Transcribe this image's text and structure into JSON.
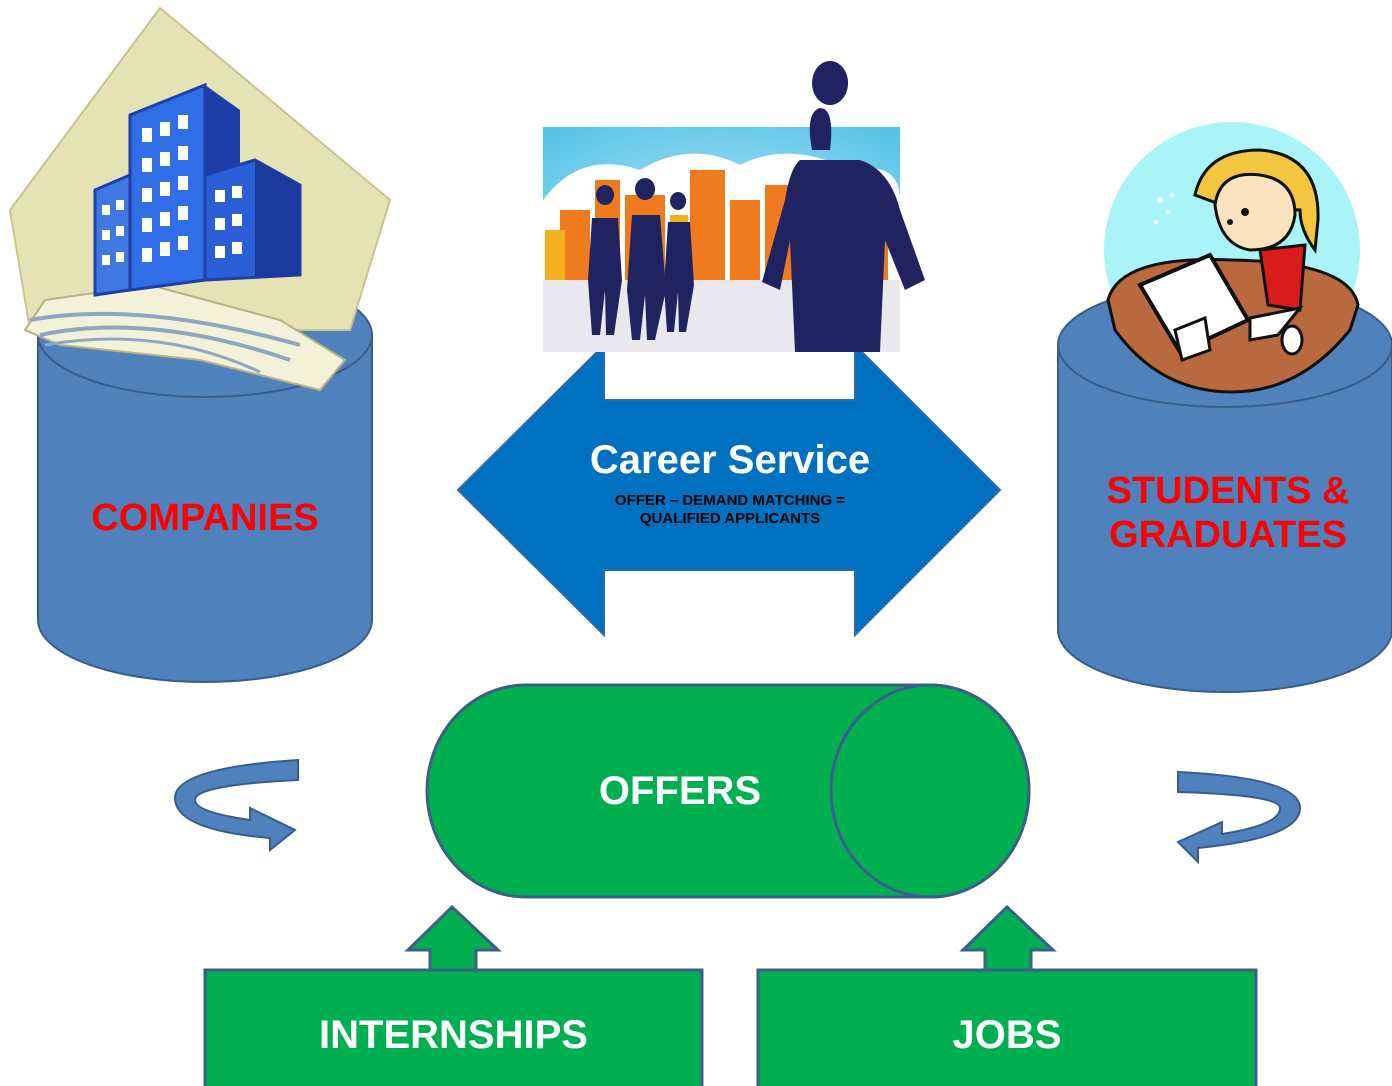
{
  "companies": {
    "label": "COMPANIES"
  },
  "students": {
    "label_line1": "STUDENTS &",
    "label_line2": "GRADUATES"
  },
  "career_service": {
    "title": "Career Service",
    "subtitle_line1": "OFFER – DEMAND MATCHING =",
    "subtitle_line2": "QUALIFIED APPLICANTS"
  },
  "offers": {
    "label": "OFFERS"
  },
  "internships": {
    "label": "INTERNSHIPS"
  },
  "jobs": {
    "label": "JOBS"
  },
  "colors": {
    "cylinder_blue": "#4f81bd",
    "cylinder_outline": "#385d8a",
    "arrow_blue": "#0070c0",
    "green": "#00b050",
    "label_red": "#ff0000"
  },
  "icons": [
    "office-buildings-icon",
    "business-people-icon",
    "student-computer-icon",
    "cycle-arrow-left-icon",
    "cycle-arrow-right-icon"
  ]
}
